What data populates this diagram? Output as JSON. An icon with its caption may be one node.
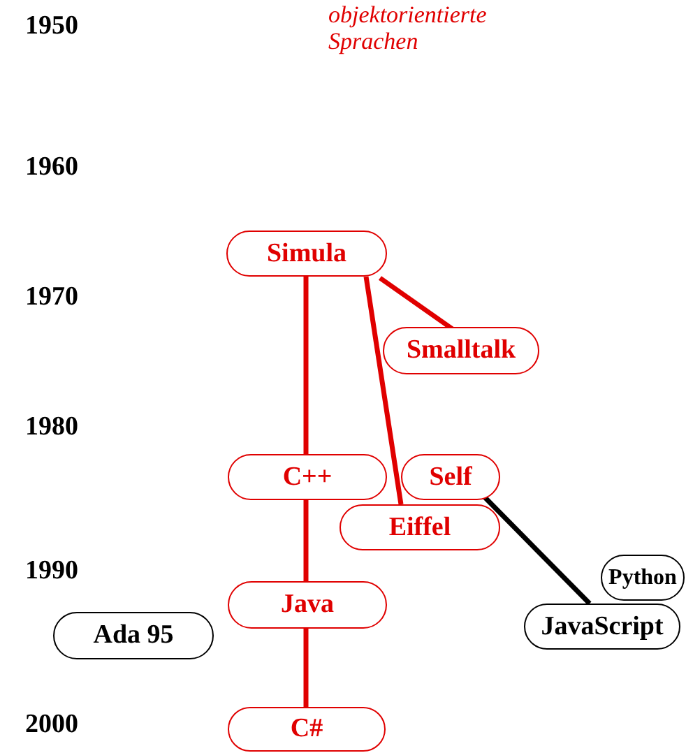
{
  "diagram": {
    "nodes": [
      {
        "text": [
          "Simula"
        ]
      },
      {
        "text": [
          "Smalltalk"
        ]
      },
      {
        "text": [
          "C++"
        ]
      },
      {
        "text": [
          "Self"
        ]
      },
      {
        "text": [
          "Eiffel"
        ]
      },
      {
        "text": [
          "Python"
        ]
      },
      {
        "text": [
          "JavaScript"
        ]
      },
      {
        "text": [
          "Java"
        ]
      },
      {
        "text": [
          "Ada 95"
        ]
      },
      {
        "text": [
          "C#"
        ]
      }
    ],
    "edges": [
      {
        "from": 0,
        "to": 2,
        "arrow": "none"
      },
      {
        "from": 0,
        "to": 1,
        "arrow": "none"
      },
      {
        "from": 0,
        "to": 4,
        "arrow": "none"
      },
      {
        "from": 2,
        "to": 7,
        "arrow": "none"
      },
      {
        "from": 7,
        "to": 9,
        "arrow": "none"
      },
      {
        "from": 3,
        "to": 6,
        "arrow": "none",
        "color": "#000000"
      }
    ],
    "labels": [
      "objektorientierte Sprachen",
      "1950",
      "1960",
      "1970",
      "1980",
      "1990",
      "2000"
    ]
  }
}
